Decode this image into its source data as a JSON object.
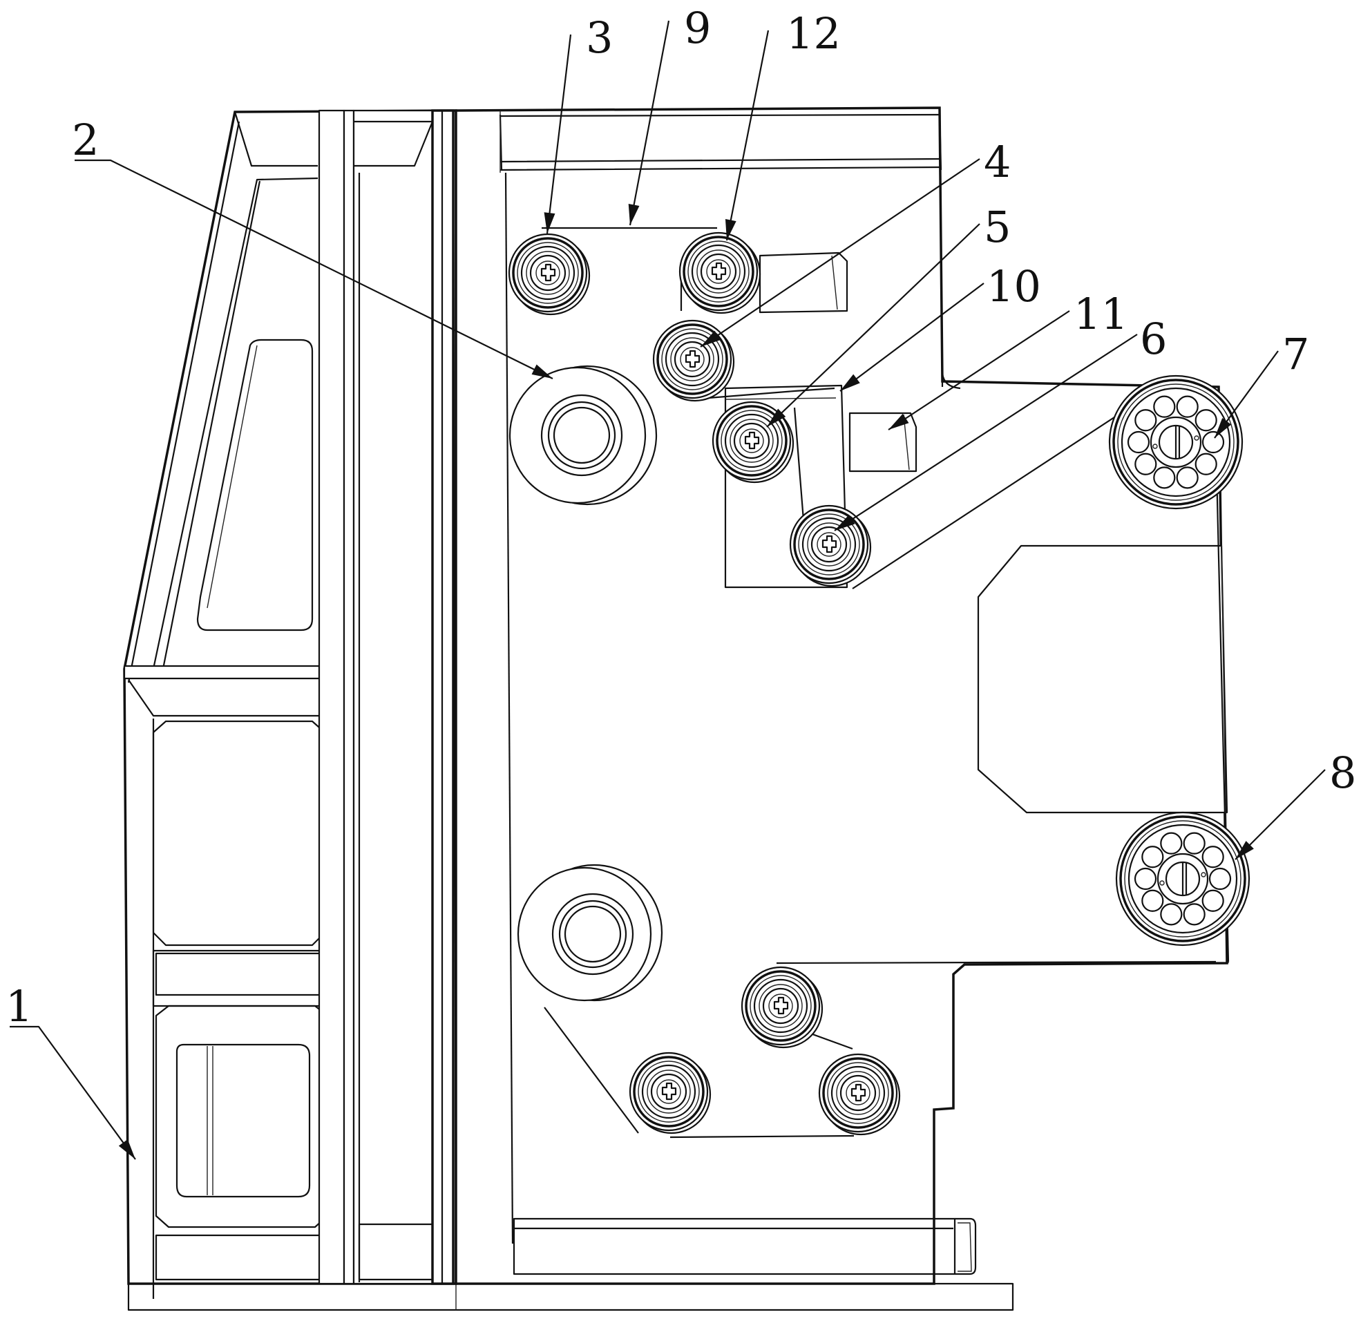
{
  "figure": {
    "labels": [
      {
        "id": "1",
        "text": "1"
      },
      {
        "id": "2",
        "text": "2"
      },
      {
        "id": "3",
        "text": "3"
      },
      {
        "id": "4",
        "text": "4"
      },
      {
        "id": "5",
        "text": "5"
      },
      {
        "id": "6",
        "text": "6"
      },
      {
        "id": "7",
        "text": "7"
      },
      {
        "id": "8",
        "text": "8"
      },
      {
        "id": "9",
        "text": "9"
      },
      {
        "id": "10",
        "text": "10"
      },
      {
        "id": "11",
        "text": "11"
      },
      {
        "id": "12",
        "text": "12"
      }
    ]
  },
  "colors": {
    "line": "#111111",
    "background": "#ffffff"
  }
}
